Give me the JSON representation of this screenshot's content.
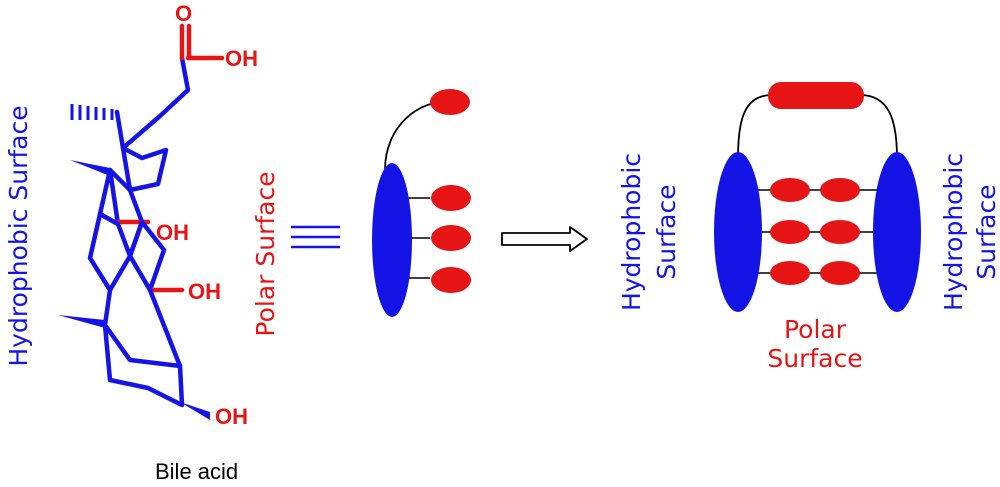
{
  "colors": {
    "hydrophobic": "#1414e6",
    "polar": "#e61414",
    "text": "#000000"
  },
  "labels": {
    "hydrophobic_surface": "Hydrophobic Surface",
    "polar_surface": "Polar Surface",
    "bile_acid": "Bile acid",
    "hydrophobic_line1": "Hydrophobic",
    "surface_word": "Surface",
    "polar_word": "Polar",
    "equivalence_symbol": "≡",
    "arrow_symbol": "⇒"
  },
  "molecule": {
    "carboxyl_oxygen": "O",
    "carboxyl_oh": "OH",
    "hydroxyl_c12": "OH",
    "hydroxyl_c7": "OH",
    "hydroxyl_c3": "OH"
  }
}
